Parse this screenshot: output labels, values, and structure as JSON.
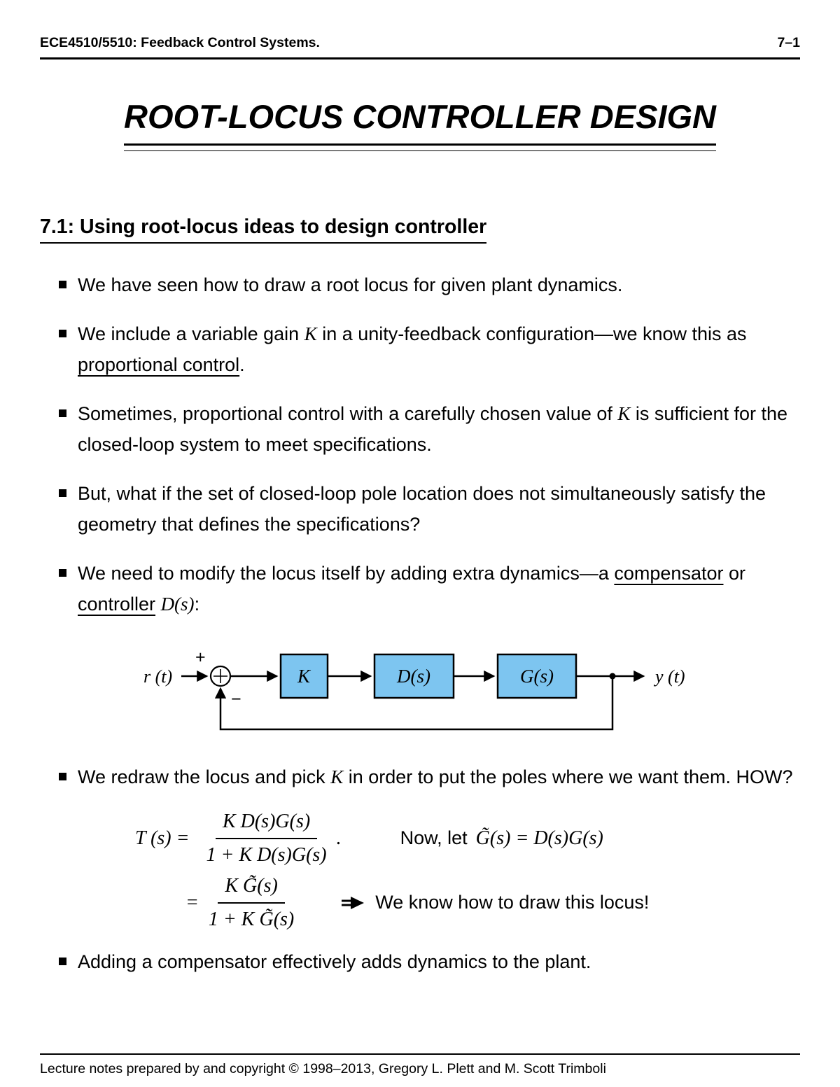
{
  "header": {
    "course": "ECE4510/5510: Feedback Control Systems.",
    "page_number": "7–1"
  },
  "title": "ROOT-LOCUS CONTROLLER DESIGN",
  "section_heading": "7.1: Using root-locus ideas to design controller",
  "bullets_a": [
    [
      {
        "t": "We have seen how to draw a root locus for given plant dynamics.",
        "s": "n"
      }
    ],
    [
      {
        "t": "We include a variable gain ",
        "s": "n"
      },
      {
        "t": "K",
        "s": "m"
      },
      {
        "t": " in a unity-feedback configuration—we know this as ",
        "s": "n"
      },
      {
        "t": "proportional control",
        "s": "u"
      },
      {
        "t": ".",
        "s": "n"
      }
    ],
    [
      {
        "t": "Sometimes, proportional control with a carefully chosen value of ",
        "s": "n"
      },
      {
        "t": "K",
        "s": "m"
      },
      {
        "t": " is sufficient for the closed-loop system to meet specifications.",
        "s": "n"
      }
    ],
    [
      {
        "t": "But, what if the set of closed-loop pole location does not simultaneously satisfy the geometry that defines the specifications?",
        "s": "n"
      }
    ],
    [
      {
        "t": "We need to modify the locus itself by adding extra dynamics—a ",
        "s": "n"
      },
      {
        "t": "compensator",
        "s": "u"
      },
      {
        "t": " or ",
        "s": "n"
      },
      {
        "t": "controller",
        "s": "u"
      },
      {
        "t": " ",
        "s": "n"
      },
      {
        "t": "D(s)",
        "s": "m"
      },
      {
        "t": ":",
        "s": "n"
      }
    ]
  ],
  "diagram": {
    "input_label": "r (t)",
    "output_label": "y (t)",
    "plus_sign": "+",
    "minus_sign": "−",
    "block_k": "K",
    "block_d": "D(s)",
    "block_g": "G(s)",
    "block_fill": "#7DC5F0"
  },
  "bullets_b": [
    [
      {
        "t": "We redraw the locus and pick ",
        "s": "n"
      },
      {
        "t": "K",
        "s": "m"
      },
      {
        "t": " in order to put the poles where we want them. HOW?",
        "s": "n"
      }
    ]
  ],
  "math": {
    "lhs": "T (s) =",
    "frac1_num": "K D(s)G(s)",
    "frac1_den": "1 + K D(s)G(s)",
    "period": ".",
    "now_label": "Now, let",
    "gtilde_def": "G̃(s) = D(s)G(s)",
    "eq2": "=",
    "frac2_num": "K G̃(s)",
    "frac2_den": "1 + K G̃(s)",
    "arrow_icon": "double-stem-right-arrow",
    "note": "We know how to draw this locus!"
  },
  "bullets_c": [
    [
      {
        "t": "Adding a compensator effectively adds dynamics to the plant.",
        "s": "n"
      }
    ]
  ],
  "footer": "Lecture notes prepared by and copyright © 1998–2013, Gregory L. Plett and M. Scott Trimboli"
}
